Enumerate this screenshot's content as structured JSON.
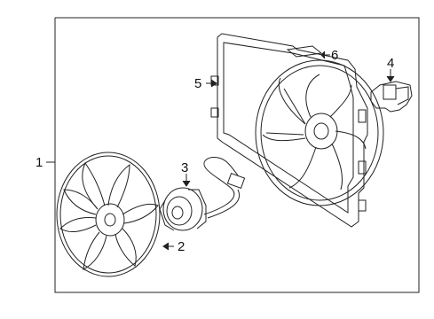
{
  "diagram": {
    "callouts": [
      {
        "id": "1",
        "text": "1"
      },
      {
        "id": "2",
        "text": "2"
      },
      {
        "id": "3",
        "text": "3"
      },
      {
        "id": "4",
        "text": "4"
      },
      {
        "id": "5",
        "text": "5"
      },
      {
        "id": "6",
        "text": "6"
      }
    ],
    "parts": [
      "fan-blade",
      "fan-motor",
      "fan-shroud",
      "wiring-harness",
      "resistor-connector",
      "label-sticker"
    ]
  }
}
